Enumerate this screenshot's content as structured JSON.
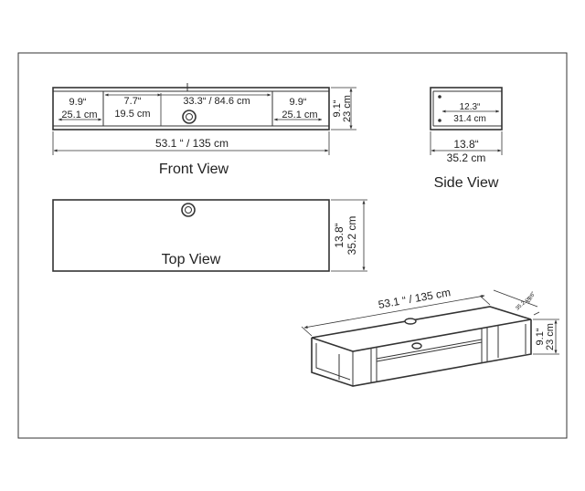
{
  "front_view": {
    "title": "Front View",
    "left_compartment": {
      "inch": "9.9“",
      "cm": "25.1 cm"
    },
    "middle_left": {
      "inch": "7.7“",
      "cm": "19.5 cm"
    },
    "center": {
      "label": "33.3“ / 84.6 cm"
    },
    "right_compartment": {
      "inch": "9.9“",
      "cm": "25.1 cm"
    },
    "height": {
      "inch": "9.1“",
      "cm": "23 cm"
    },
    "total_width": "53.1 “ / 135 cm"
  },
  "side_view": {
    "title": "Side View",
    "inner_depth": {
      "inch": "12.3“",
      "cm": "31.4 cm"
    },
    "depth": {
      "inch": "13.8“",
      "cm": "35.2  cm"
    }
  },
  "top_view": {
    "title": "Top View",
    "depth": {
      "inch": "13.8“",
      "cm": "35.2  cm"
    }
  },
  "perspective_view": {
    "width": "53.1 “ / 135 cm",
    "depth": {
      "inch": "13.8“",
      "cm": "35.2 cm"
    },
    "height": {
      "inch": "9.1“",
      "cm": "23 cm"
    }
  }
}
